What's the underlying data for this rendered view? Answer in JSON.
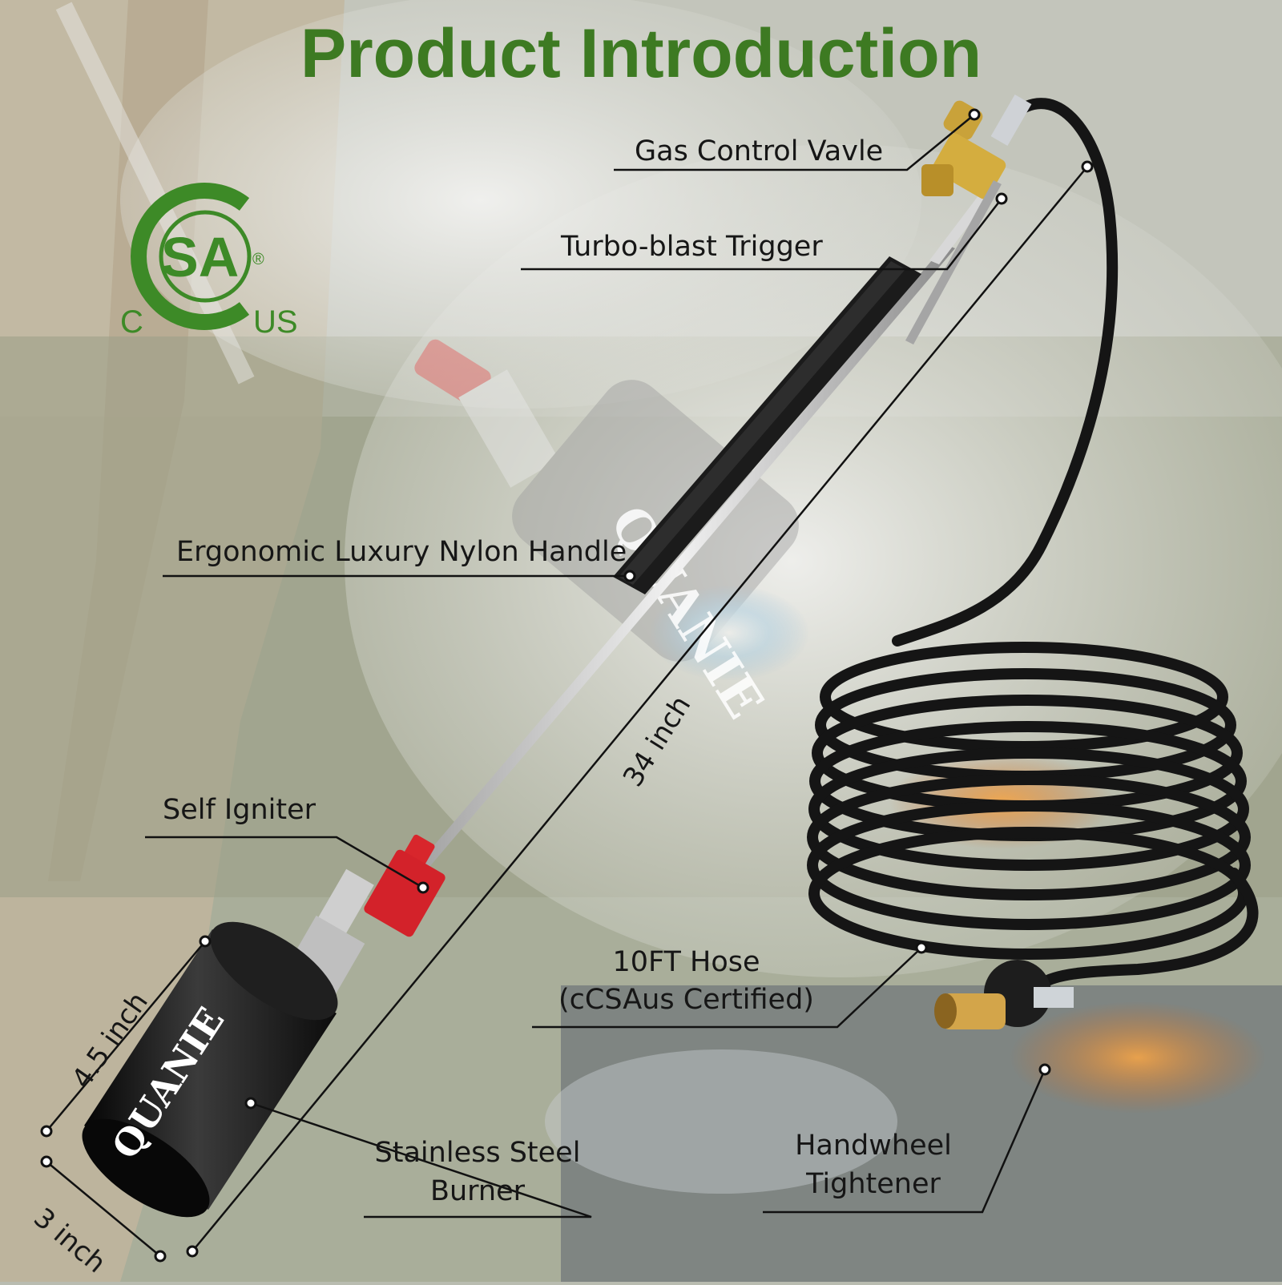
{
  "title": "Product Introduction",
  "logo": {
    "left_text": "C",
    "right_text": "US",
    "seal_text": "SA",
    "registered_mark": "®",
    "color": "#3d8a27"
  },
  "brand_text": "QUANIE",
  "colors": {
    "title": "#3d7a22",
    "label_text": "#161616",
    "leader_line": "#111111",
    "hose": "#151515",
    "brass": "#c9a23a",
    "igniter": "#d8262c"
  },
  "labels": {
    "gas_control_valve": "Gas Control Vavle",
    "turbo_blast_trigger": "Turbo-blast Trigger",
    "handle": "Ergonomic Luxury Nylon Handle",
    "self_igniter": "Self Igniter",
    "hose_line1": "10FT Hose",
    "hose_line2": "(cCSAus Certified)",
    "burner_line1": "Stainless Steel",
    "burner_line2": "Burner",
    "handwheel_line1": "Handwheel",
    "handwheel_line2": "Tightener"
  },
  "dimensions": {
    "length": "34 inch",
    "burner_length": "4.5 inch",
    "burner_diameter": "3 inch"
  }
}
